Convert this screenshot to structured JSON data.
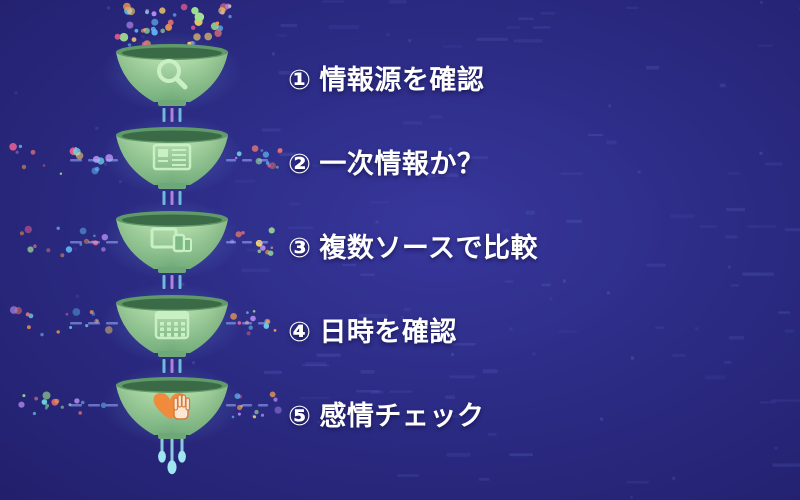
{
  "steps": [
    {
      "number": "①",
      "text": "情報源を確認",
      "icon": "magnifier-icon"
    },
    {
      "number": "②",
      "text": "一次情報か？",
      "icon": "document-icon"
    },
    {
      "number": "③",
      "text": "複数ソースで比較",
      "icon": "devices-icon"
    },
    {
      "number": "④",
      "text": "日時を確認",
      "icon": "calendar-icon"
    },
    {
      "number": "⑤",
      "text": "感情チェック",
      "icon": "heart-hand-icon"
    }
  ],
  "colors": {
    "background": "#2c2c86",
    "funnel": "#a7d8a0",
    "funnel_dark": "#5e9c6a",
    "icon": "#c9f0c4",
    "text": "#ffffff",
    "heart": "#f08a3c",
    "drip": "#9fe6f0"
  }
}
